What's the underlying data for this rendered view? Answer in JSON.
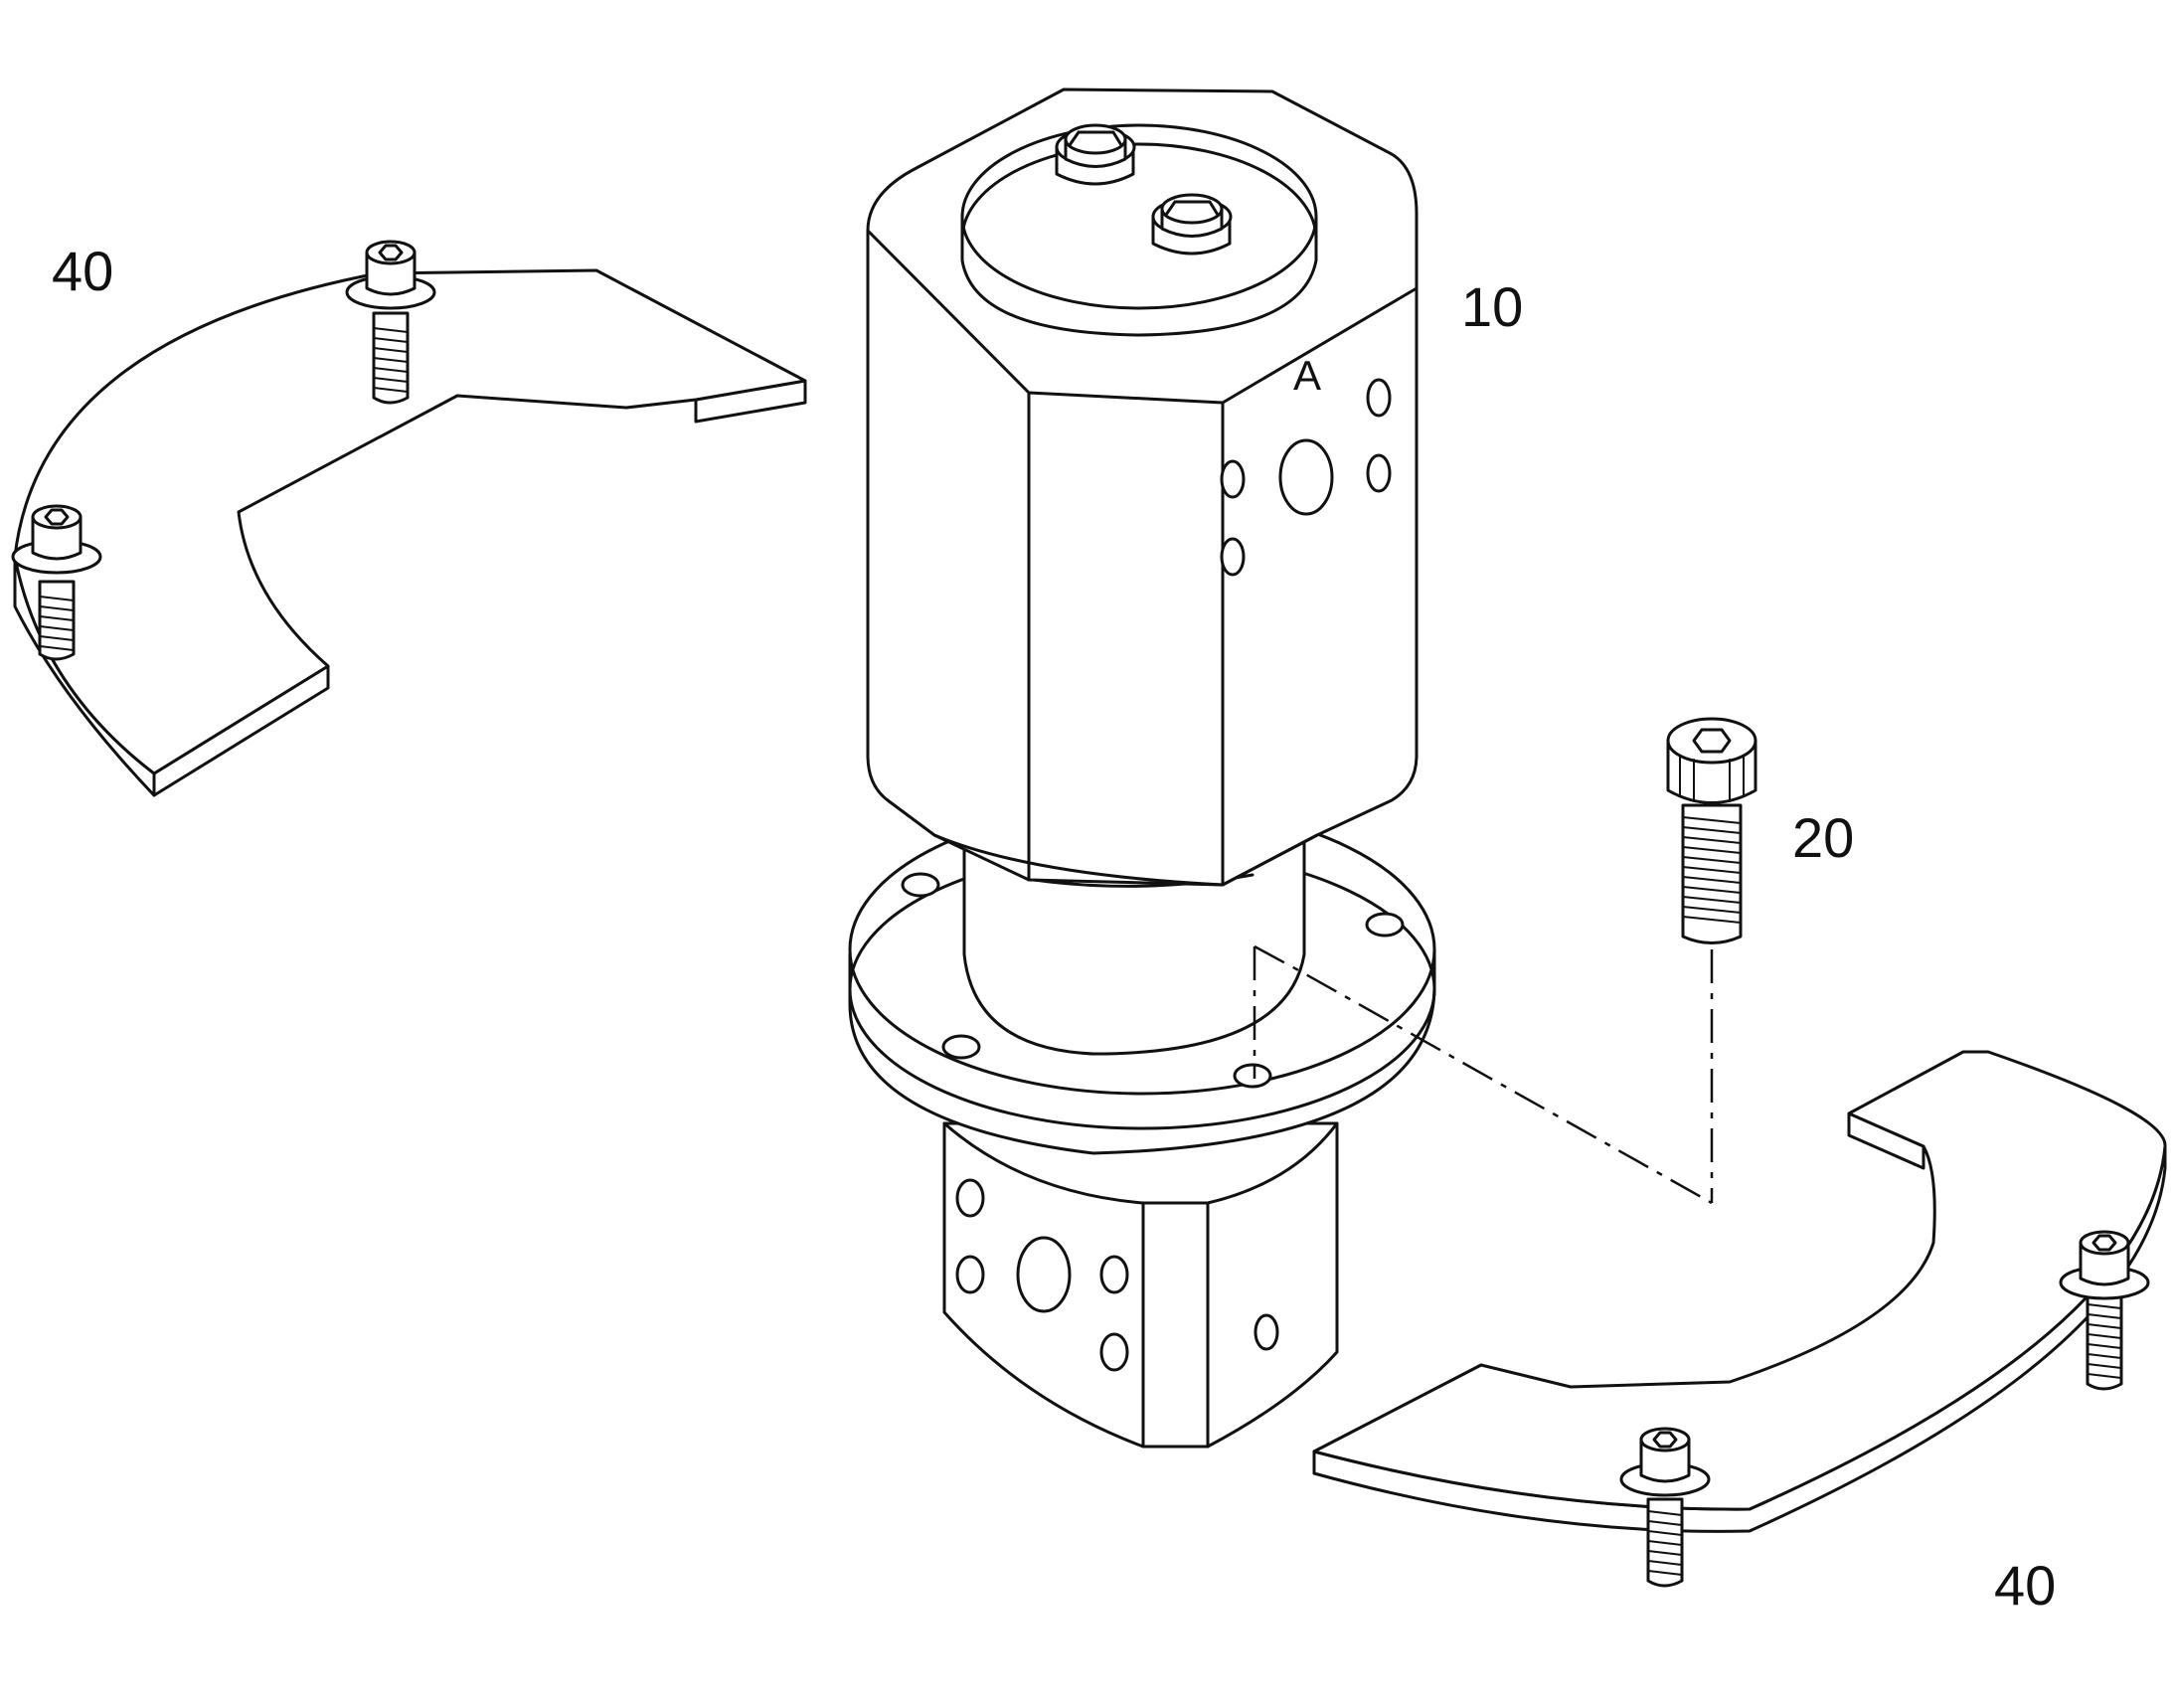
{
  "drawing": {
    "port_marking": "A",
    "callouts": [
      {
        "id": "callout-10",
        "text": "10"
      },
      {
        "id": "callout-20",
        "text": "20"
      },
      {
        "id": "callout-40-top",
        "text": "40"
      },
      {
        "id": "callout-40-bottom",
        "text": "40"
      }
    ]
  },
  "colors": {
    "line": "#111111",
    "background": "#ffffff"
  }
}
